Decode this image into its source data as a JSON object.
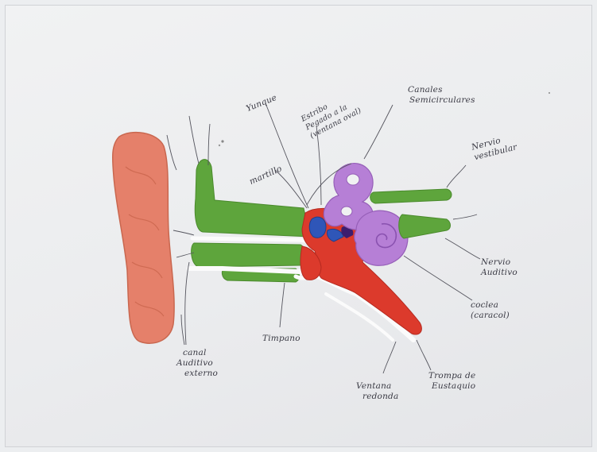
{
  "colors": {
    "paper": "#eceef0",
    "outer_ear": "#e5806a",
    "canal_tissue": "#5ea53c",
    "middle_ear": "#dc3a2c",
    "inner_ear": "#b67fd6",
    "ossicle_blue": "#2f56b8",
    "membrane_white": "#fbfbfb",
    "ink": "#3a3a44"
  },
  "labels": {
    "yunque": "Yunque",
    "estribo": [
      "Estribo",
      "Pegado a la",
      "(ventana oval)"
    ],
    "canales": [
      "Canales",
      "Semicirculares"
    ],
    "martillo": "martillo",
    "nervio_vestibular": [
      "Nervio",
      "vestibular"
    ],
    "nervio_auditivo": [
      "Nervio",
      "Auditivo"
    ],
    "coclea": [
      "coclea",
      "(caracol)"
    ],
    "timpano": "Timpano",
    "canal_auditivo": [
      "canal",
      "Auditivo",
      "externo"
    ],
    "ventana_redonda": [
      "Ventana",
      "redonda"
    ],
    "trompa": [
      "Trompa de",
      "Eustaquio"
    ]
  }
}
